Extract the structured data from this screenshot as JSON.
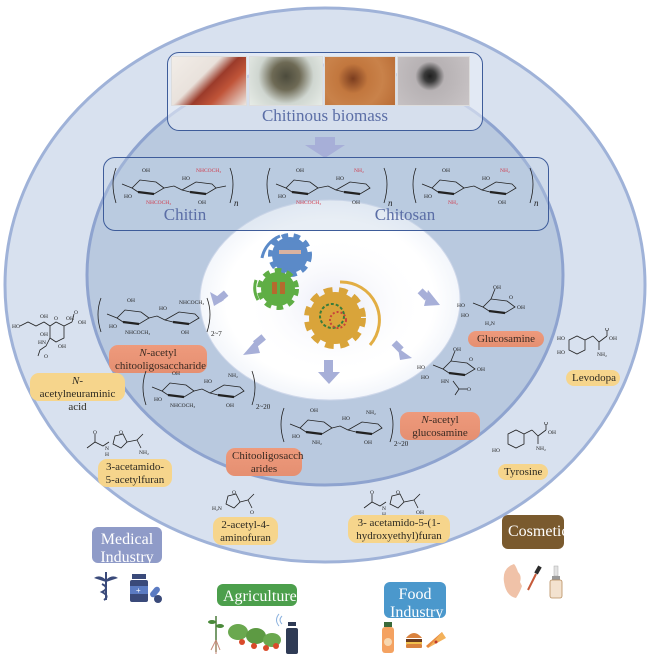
{
  "colors": {
    "outer_ring": "#d8e1ef",
    "middle_ring": "#b9c9df",
    "inner_core": "#ffffff",
    "ring_border": "#8ea3cf",
    "panel_border": "#3e5c9a",
    "panel_text": "#5b6ea6",
    "substituent_red": "#d03a4b",
    "product_label_orange": "#ec9478",
    "derivative_label_yellow": "#f6d58c",
    "arrow": "#a7afd8",
    "medical": "#8f9bc8",
    "agriculture": "#4c9f4c",
    "food": "#4b98cc",
    "cosmetics": "#7a5a2e"
  },
  "biomass": {
    "title": "Chitinous biomass",
    "photos": [
      {
        "icon": "crayfish-photo",
        "alt": "crayfish"
      },
      {
        "icon": "crab-photo",
        "alt": "crab"
      },
      {
        "icon": "fungus-photo",
        "alt": "mushroom"
      },
      {
        "icon": "mold-photo",
        "alt": "mold micrograph"
      }
    ]
  },
  "polymers": {
    "chitin_label": "Chitin",
    "chitosan_label": "Chitosan",
    "repeat_symbol": "n",
    "chitin_groups": {
      "oh": "OH",
      "ho": "HO",
      "substituent": "NHCOCH₃"
    },
    "chitosan_groups": {
      "oh": "OH",
      "ho": "HO",
      "substituent": "NH₂"
    }
  },
  "core": {
    "icons": [
      "enzyme-gear-icon",
      "bioreactor-gear-icon",
      "protein-gear-icon"
    ]
  },
  "products": [
    {
      "id": "nacos",
      "label_italic": "N",
      "label_rest": "-acetyl chitooligosaccharide",
      "repeat": "2~7"
    },
    {
      "id": "cos-mixed",
      "repeat": "2~20"
    },
    {
      "id": "cos",
      "label": "Chitooligosacch arides",
      "repeat": "2~20"
    },
    {
      "id": "glucosamine",
      "label": "Glucosamine"
    },
    {
      "id": "glcnac",
      "label_italic": "N",
      "label_rest": "-acetyl glucosamine"
    }
  ],
  "derivatives": [
    {
      "id": "neu5ac",
      "label_italic": "N",
      "label_rest": "-acetylneuraminic acid"
    },
    {
      "id": "3a5af",
      "label": "3-acetamido-5-acetylfuran"
    },
    {
      "id": "2a4af",
      "label": "2-acetyl-4-aminofuran"
    },
    {
      "id": "3a5hef",
      "label": "3- acetamido-5-(1-hydroxyethyl)furan"
    },
    {
      "id": "levodopa",
      "label": "Levodopa"
    },
    {
      "id": "tyrosine",
      "label": "Tyrosine"
    }
  ],
  "chem_text": {
    "oh": "OH",
    "ho": "HO",
    "o": "O",
    "nh2": "NH₂",
    "h2n": "H₂N",
    "hn": "HN",
    "h": "H",
    "n": "N",
    "nhcoch3": "NHCOCH₃"
  },
  "industries": [
    {
      "id": "medical",
      "label": "Medical Industry",
      "icons": [
        "caduceus-icon",
        "medicine-bottle-icon",
        "pills-icon"
      ]
    },
    {
      "id": "agriculture",
      "label": "Agriculture",
      "icons": [
        "seedling-icon",
        "tomato-plant-icon",
        "spray-bottle-icon"
      ]
    },
    {
      "id": "food",
      "label": "Food Industry",
      "icons": [
        "juice-bottle-icon",
        "burger-icon",
        "pizza-slice-icon"
      ]
    },
    {
      "id": "cosmetics",
      "label": "Cosmetics",
      "icons": [
        "face-icon",
        "dropper-icon",
        "serum-bottle-icon"
      ]
    }
  ]
}
